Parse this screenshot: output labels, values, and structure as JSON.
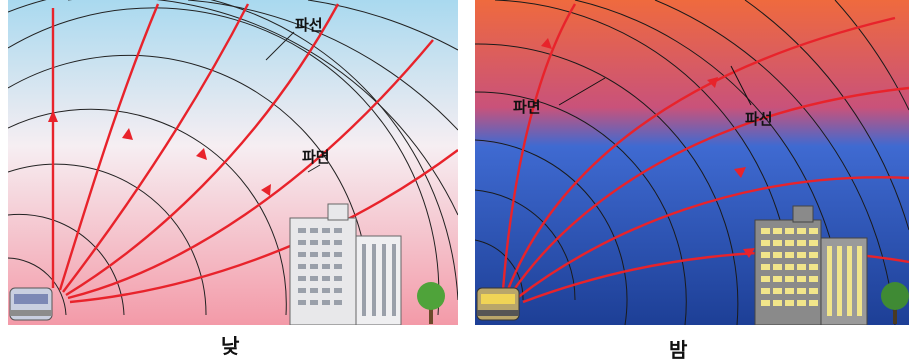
{
  "day": {
    "caption": "낮",
    "label_wave_ray": "파선",
    "label_wave_front": "파면",
    "sky_colors": [
      "#a9d9ef",
      "#f7e4ea",
      "#f39aa8"
    ]
  },
  "night": {
    "caption": "밤",
    "label_wave_front": "파면",
    "label_wave_ray": "파선",
    "sky_colors": [
      "#ef6a3e",
      "#3f6ad1",
      "#1d3f96"
    ]
  },
  "colors": {
    "ray": "#e8232b",
    "front": "#222222",
    "building_day": "#e8e8ea",
    "building_night": "#f1e58a"
  }
}
